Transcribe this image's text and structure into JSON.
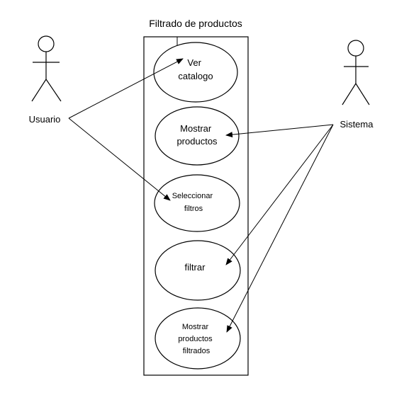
{
  "system": {
    "title": "Filtrado de productos"
  },
  "actors": {
    "user": {
      "label": "Usuario",
      "icon": "stick-figure-icon"
    },
    "system": {
      "label": "Sistema",
      "icon": "stick-figure-icon"
    }
  },
  "use_cases": [
    {
      "id": "ver-catalogo",
      "lines": [
        "Ver",
        "catalogo"
      ]
    },
    {
      "id": "mostrar-productos",
      "lines": [
        "Mostrar",
        "productos"
      ]
    },
    {
      "id": "seleccionar-filtros",
      "lines": [
        "Seleccionar",
        "filtros"
      ]
    },
    {
      "id": "filtrar",
      "lines": [
        "filtrar"
      ]
    },
    {
      "id": "mostrar-productos-filtrados",
      "lines": [
        "Mostrar",
        "productos",
        "filtrados"
      ]
    }
  ],
  "colors": {
    "stroke": "#000000",
    "background": "#ffffff"
  }
}
